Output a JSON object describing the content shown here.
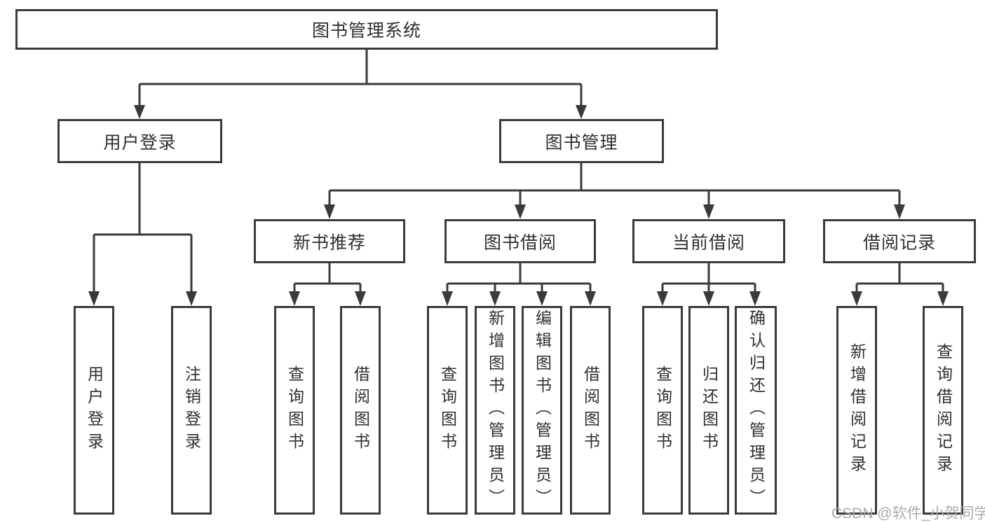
{
  "watermark": "CSDN @软件_小贺同学",
  "colors": {
    "line": "#3a3a3a",
    "text": "#2f2f2f",
    "watermark": "#ababab"
  },
  "tree": {
    "label": "图书管理系统",
    "children": [
      {
        "label": "用户登录",
        "children": [
          {
            "label": "用户登录"
          },
          {
            "label": "注销登录"
          }
        ]
      },
      {
        "label": "图书管理",
        "children": [
          {
            "label": "新书推荐",
            "children": [
              {
                "label": "查询图书"
              },
              {
                "label": "借阅图书"
              }
            ]
          },
          {
            "label": "图书借阅",
            "children": [
              {
                "label": "查询图书"
              },
              {
                "label": "新增图书（管理员）"
              },
              {
                "label": "编辑图书（管理员）"
              },
              {
                "label": "借阅图书"
              }
            ]
          },
          {
            "label": "当前借阅",
            "children": [
              {
                "label": "查询图书"
              },
              {
                "label": "归还图书"
              },
              {
                "label": "确认归还（管理员）"
              }
            ]
          },
          {
            "label": "借阅记录",
            "children": [
              {
                "label": "新增借阅记录"
              },
              {
                "label": "查询借阅记录"
              }
            ]
          }
        ]
      }
    ]
  }
}
